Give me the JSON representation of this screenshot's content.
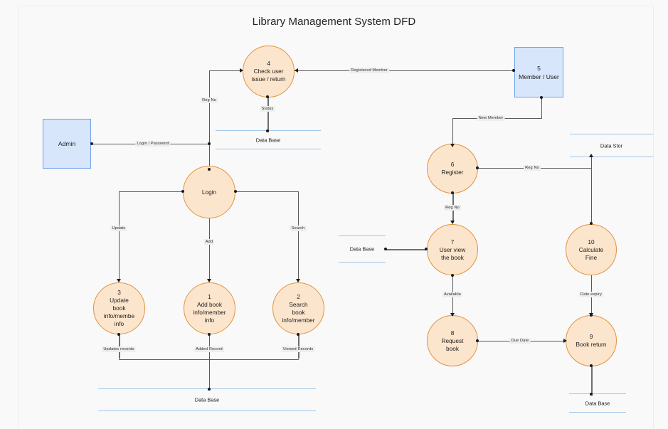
{
  "page": {
    "title": "Library Management System DFD",
    "background": "#f9f9f9",
    "canvas_background": "#f2f2f2"
  },
  "colors": {
    "process_fill": "#fce5cd",
    "process_stroke": "#e1933f",
    "entity_fill": "#d7e6fa",
    "entity_stroke": "#6d9eeb",
    "store_stroke": "#9fc5e8",
    "connector": "#5a5a5a",
    "text": "#1b1b1b"
  },
  "entities": [
    {
      "id": "admin",
      "label": "Admin",
      "number": ""
    },
    {
      "id": "member",
      "number": "5",
      "label": "Member / User"
    }
  ],
  "processes": [
    {
      "id": "p4",
      "number": "4",
      "label": "Check user\nissue / return"
    },
    {
      "id": "login",
      "number": "",
      "label": "Login"
    },
    {
      "id": "p3",
      "number": "3",
      "label": "Update\nbook\ninfo/membe\ninfo"
    },
    {
      "id": "p1",
      "number": "1",
      "label": "Add book\ninfo/member\ninfo"
    },
    {
      "id": "p2",
      "number": "2",
      "label": "Search\nbook\ninfo/member"
    },
    {
      "id": "p6",
      "number": "6",
      "label": "Register"
    },
    {
      "id": "p7",
      "number": "7",
      "label": "User view\nthe book"
    },
    {
      "id": "p10",
      "number": "10",
      "label": "Calculate\nFine"
    },
    {
      "id": "p8",
      "number": "8",
      "label": "Request\nbook"
    },
    {
      "id": "p9",
      "number": "9",
      "label": "Book return"
    }
  ],
  "datastores": [
    {
      "id": "ds-top-left",
      "label": "Data Base"
    },
    {
      "id": "ds-bottom-left",
      "label": "Data Base"
    },
    {
      "id": "ds-right-top",
      "label": "Data Stor"
    },
    {
      "id": "ds-middle-right",
      "label": "Data Base"
    },
    {
      "id": "ds-bottom-right",
      "label": "Data Base"
    }
  ],
  "flows": [
    {
      "id": "f-registered-member",
      "label": "Registered Member",
      "from": "p4",
      "to": "member"
    },
    {
      "id": "f-reg-no-top",
      "label": "Reg No",
      "from": "login",
      "to": "p4"
    },
    {
      "id": "f-status",
      "label": "Status",
      "from": "p4",
      "to": "ds-top-left"
    },
    {
      "id": "f-login-password",
      "label": "Login / Password",
      "from": "admin",
      "to": "login"
    },
    {
      "id": "f-update",
      "label": "Update",
      "from": "login",
      "to": "p3"
    },
    {
      "id": "f-add",
      "label": "Add",
      "from": "login",
      "to": "p1"
    },
    {
      "id": "f-search",
      "label": "Search",
      "from": "login",
      "to": "p2"
    },
    {
      "id": "f-updates-records",
      "label": "Updates records",
      "from": "p3",
      "to": "ds-bottom-left"
    },
    {
      "id": "f-added-record",
      "label": "Added Record",
      "from": "p1",
      "to": "ds-bottom-left"
    },
    {
      "id": "f-viewed-records",
      "label": "Viewed Records",
      "from": "p2",
      "to": "ds-bottom-left"
    },
    {
      "id": "f-new-member",
      "label": "New Member",
      "from": "member",
      "to": "p6"
    },
    {
      "id": "f-reg-no-store",
      "label": "Reg No",
      "from": "p6",
      "to": "ds-right-top"
    },
    {
      "id": "f-reg-no-view",
      "label": "Reg No",
      "from": "p6",
      "to": "p7"
    },
    {
      "id": "f-available",
      "label": "Available",
      "from": "p7",
      "to": "p8"
    },
    {
      "id": "f-due-date",
      "label": "Due Date",
      "from": "p8",
      "to": "p9"
    },
    {
      "id": "f-date-expiry",
      "label": "Date expiry",
      "from": "p10",
      "to": "p9"
    }
  ]
}
